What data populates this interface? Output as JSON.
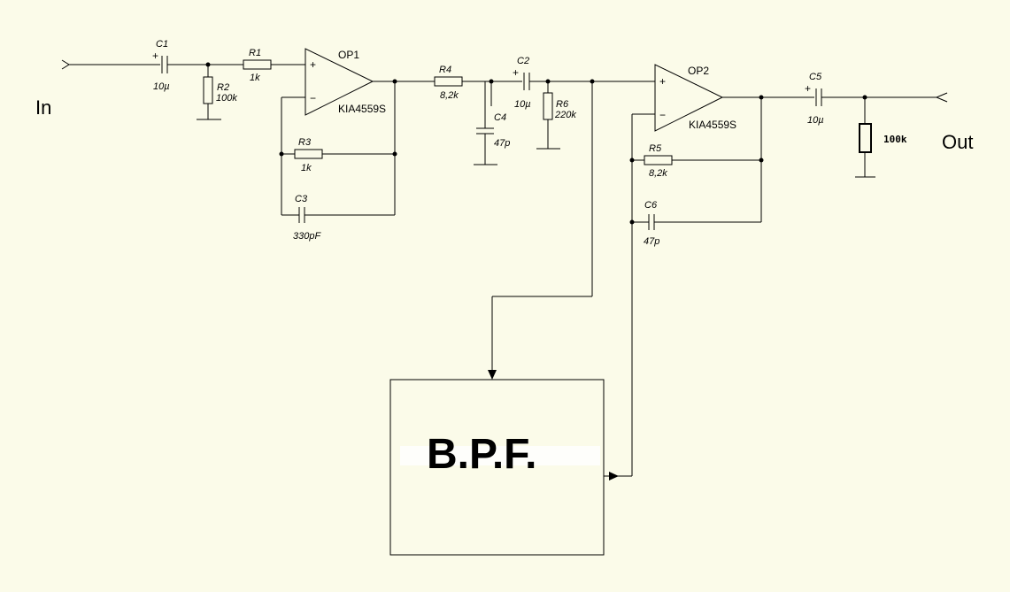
{
  "labels": {
    "input": "In",
    "output": "Out",
    "bpf": "B.P.F."
  },
  "opamps": {
    "op1": {
      "name": "OP1",
      "part": "KIA4559S"
    },
    "op2": {
      "name": "OP2",
      "part": "KIA4559S"
    }
  },
  "components": {
    "c1": {
      "ref": "C1",
      "value": "10µ"
    },
    "r1": {
      "ref": "R1",
      "value": "1k"
    },
    "r2": {
      "ref": "R2",
      "value": "100k"
    },
    "r3": {
      "ref": "R3",
      "value": "1k"
    },
    "c3": {
      "ref": "C3",
      "value": "330pF"
    },
    "r4": {
      "ref": "R4",
      "value": "8,2k"
    },
    "c2": {
      "ref": "C2",
      "value": "10µ"
    },
    "c4": {
      "ref": "C4",
      "value": "47p"
    },
    "r6": {
      "ref": "R6",
      "value": "220k"
    },
    "r5": {
      "ref": "R5",
      "value": "8,2k"
    },
    "c6": {
      "ref": "C6",
      "value": "47p"
    },
    "c5": {
      "ref": "C5",
      "value": "10µ"
    },
    "rload": {
      "value": "100k"
    }
  },
  "symbols": {
    "plus": "+",
    "minus": "−"
  },
  "colors": {
    "background": "#fbfbe9",
    "line": "#000000"
  }
}
